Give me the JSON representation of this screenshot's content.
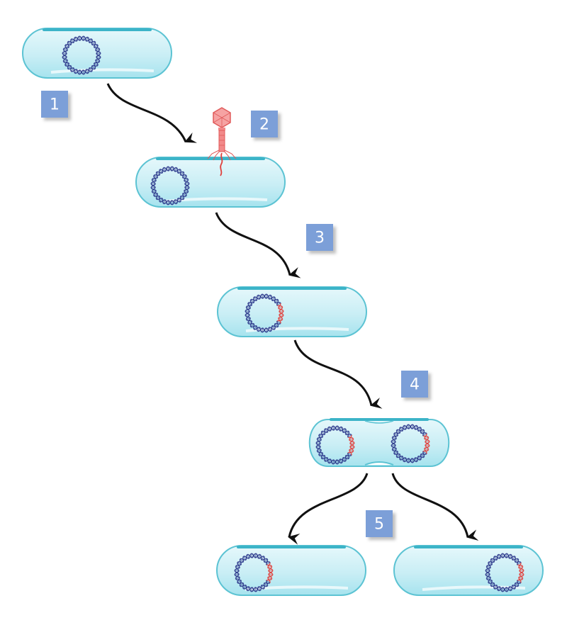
{
  "steps": [
    {
      "label": "1"
    },
    {
      "label": "2"
    },
    {
      "label": "3"
    },
    {
      "label": "4"
    },
    {
      "label": "5"
    }
  ],
  "colors": {
    "cell_fill": "#cdeff5",
    "cell_stroke": "#5cc3d3",
    "cell_rim": "#3cb4c8",
    "cell_bottom": "#a9e5ef",
    "host_dna": "#2d3a8c",
    "phage_dna": "#e0403c",
    "phage_body": "#f28a8a",
    "arrow": "#111111",
    "label_box": "#7b9fd8"
  }
}
